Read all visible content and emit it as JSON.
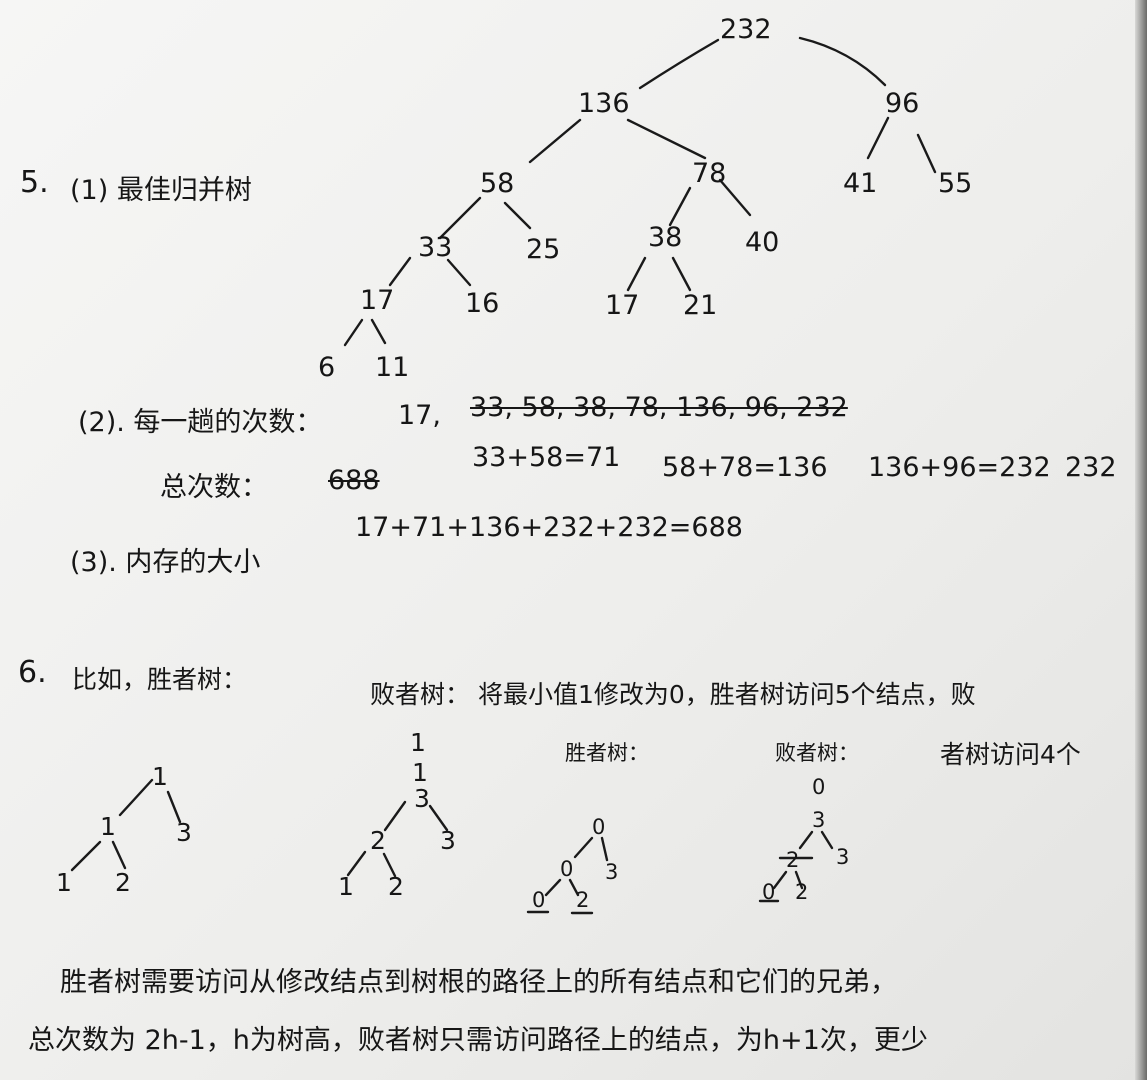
{
  "q5": {
    "label": "5.",
    "part1": "(1) 最佳归并树",
    "tree": {
      "root": "232",
      "n136": "136",
      "n96": "96",
      "n58": "58",
      "n78": "78",
      "n41": "41",
      "n55": "55",
      "n33": "33",
      "n25": "25",
      "n38": "38",
      "n40": "40",
      "n17a": "17",
      "n16": "16",
      "n17b": "17",
      "n21": "21",
      "n6": "6",
      "n11": "11"
    },
    "part2_label": "(2). 每一趟的次数：",
    "part2_first": "17,",
    "part2_struck": "33, 58, 38, 78, 136, 96, 232",
    "total_label": "总次数：",
    "total_struck": "688",
    "eq1": "33+58=71",
    "eq2": "58+78=136",
    "eq3": "136+96=232",
    "eq4": "232",
    "sum": "17+71+136+232+232=688",
    "part3": "(3). 内存的大小"
  },
  "q6": {
    "label": "6.",
    "intro": "比如，胜者树：",
    "loser_desc": "败者树：  将最小值1修改为0，胜者树访问5个结点，败",
    "winner_label": "胜者树：",
    "loser_label": "败者树：",
    "loser_desc2": "者树访问4个",
    "t1": {
      "a": "1",
      "b": "1",
      "c": "3",
      "d": "1",
      "e": "2"
    },
    "t2": {
      "top": "1",
      "a": "1",
      "b": "3",
      "c": "2",
      "d": "3",
      "e": "1",
      "f": "2"
    },
    "t3": {
      "a": "0",
      "b": "0",
      "c": "3",
      "d": "0",
      "e": "2"
    },
    "t4": {
      "top": "0",
      "a": "3",
      "b": "2",
      "c": "3",
      "d": "0",
      "e": "2"
    },
    "para1": "胜者树需要访问从修改结点到树根的路径上的所有结点和它们的兄弟，",
    "para2": "总次数为 2h-1，h为树高，败者树只需访问路径上的结点，为h+1次，更少"
  }
}
